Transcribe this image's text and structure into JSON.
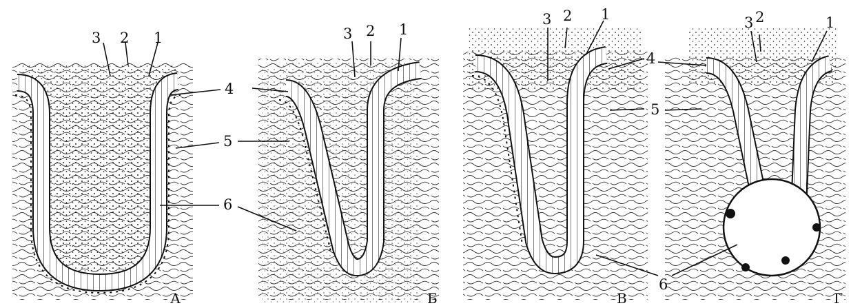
{
  "panels": [
    {
      "id": "A",
      "letter": "А"
    },
    {
      "id": "B",
      "letter": "Б"
    },
    {
      "id": "V",
      "letter": "В"
    },
    {
      "id": "G",
      "letter": "Г"
    }
  ],
  "labels": {
    "n1": "1",
    "n2": "2",
    "n3": "3",
    "n4": "4",
    "n5": "5",
    "n6": "6"
  }
}
